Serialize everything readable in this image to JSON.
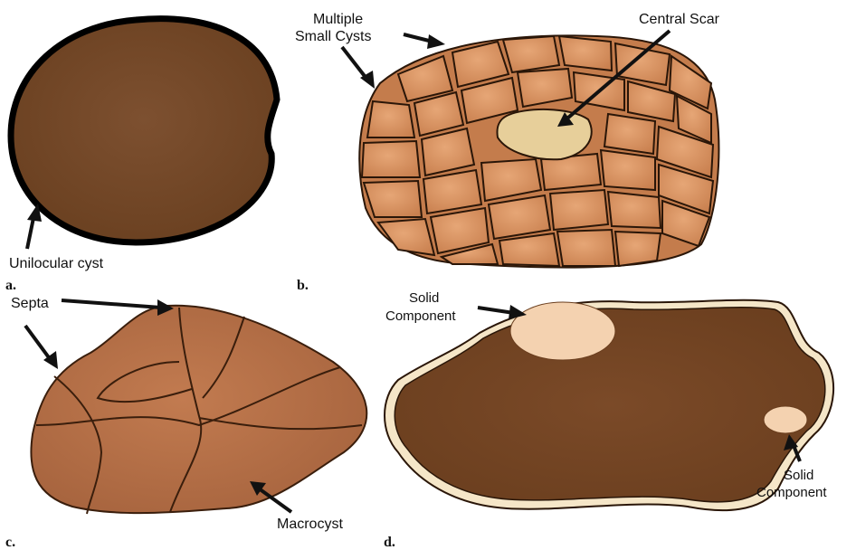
{
  "panel_a": {
    "letter": "a.",
    "label": "Unilocular cyst"
  },
  "panel_b": {
    "letter": "b.",
    "label_multiple_line1": "Multiple",
    "label_multiple_line2": "Small Cysts",
    "label_scar": "Central Scar"
  },
  "panel_c": {
    "letter": "c.",
    "label_septa": "Septa",
    "label_macrocyst": "Macrocyst"
  },
  "panel_d": {
    "letter": "d.",
    "label_solid_top_line1": "Solid",
    "label_solid_top_line2": "Component",
    "label_solid_right_line1": "Solid",
    "label_solid_right_line2": "Component"
  },
  "colors": {
    "cyst_dark": "#7a4a2a",
    "cyst_light": "#d08a58",
    "scar": "#e7cf9a",
    "septa_fill": "#b87048",
    "solid": "#f4d2b0",
    "outline": "#2a1608"
  }
}
